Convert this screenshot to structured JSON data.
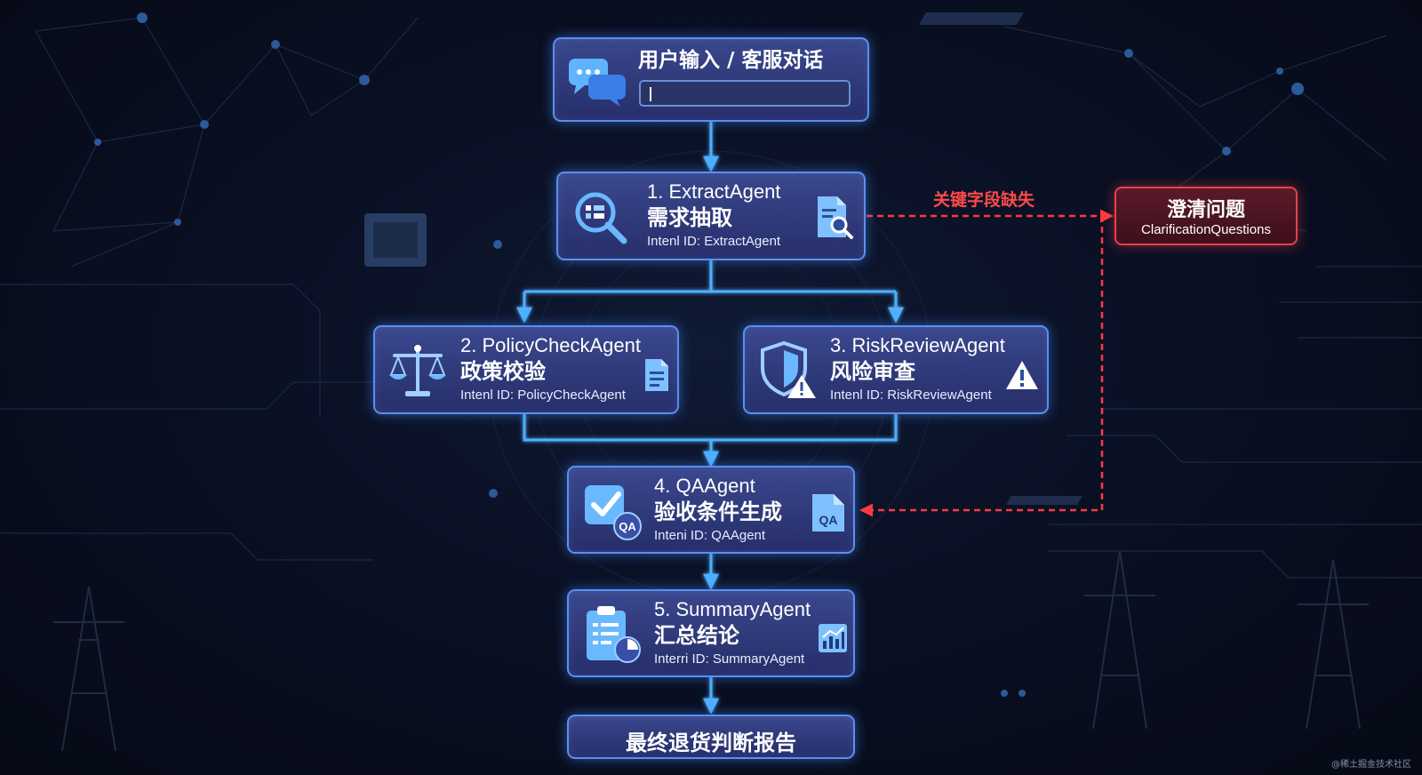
{
  "input": {
    "title": "用户输入 / 客服对话"
  },
  "nodes": [
    {
      "title": "1. ExtractAgent",
      "subtitle": "需求抽取",
      "intent": "Intenl ID: ExtractAgent"
    },
    {
      "title": "2. PolicyCheckAgent",
      "subtitle": "政策校验",
      "intent": "Intenl ID: PolicyCheckAgent"
    },
    {
      "title": "3. RiskReviewAgent",
      "subtitle": "风险审查",
      "intent": "Intenl ID: RiskReviewAgent"
    },
    {
      "title": "4. QAAgent",
      "subtitle": "验收条件生成",
      "intent": "Inteni ID: QAAgent"
    },
    {
      "title": "5. SummaryAgent",
      "subtitle": "汇总结论",
      "intent": "Interri ID: SummaryAgent"
    }
  ],
  "clarify": {
    "title": "澄清问题",
    "subtitle": "ClarificationQuestions"
  },
  "edge_label": "关键字段缺失",
  "final": {
    "label": "最终退货判断报告"
  },
  "watermark": "@稀土掘金技术社区",
  "icons": {
    "input": "chat-bubbles-icon",
    "node1": [
      "magnifier-icon",
      "document-search-icon"
    ],
    "node2": [
      "scales-icon",
      "document-icon"
    ],
    "node3": [
      "shield-warning-icon",
      "warning-triangle-icon"
    ],
    "node4": [
      "checkbox-qa-icon",
      "document-qa-icon"
    ],
    "node5": [
      "clipboard-chart-icon",
      "bar-chart-icon"
    ]
  },
  "colors": {
    "accent": "#4fa8ff",
    "node_border": "#5a8ff0",
    "warning": "#e8414a",
    "background": "#0a1024"
  }
}
